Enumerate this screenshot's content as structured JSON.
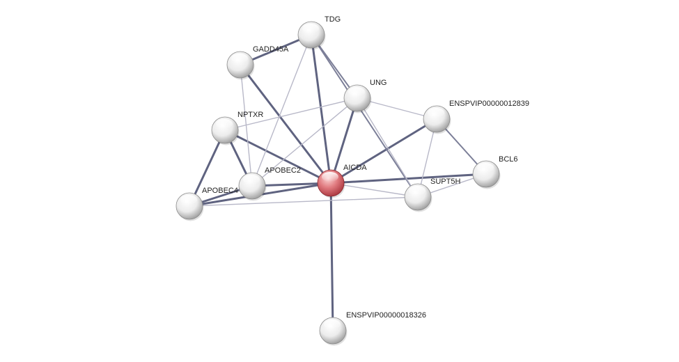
{
  "colors": {
    "background": "#ffffff",
    "query_node": "#d9686f",
    "node": "#e6e6e6",
    "edge_strong": "#5f6380",
    "edge_weak": "#b8b8c8",
    "label": "#222222"
  },
  "nodes": [
    {
      "id": "aicda",
      "label": "AICDA",
      "query": true
    },
    {
      "id": "tdg",
      "label": "TDG"
    },
    {
      "id": "gadd45a",
      "label": "GADD45A"
    },
    {
      "id": "ung",
      "label": "UNG"
    },
    {
      "id": "enspvip12839",
      "label": "ENSPVIP00000012839"
    },
    {
      "id": "nptxr",
      "label": "NPTXR"
    },
    {
      "id": "apobec2",
      "label": "APOBEC2"
    },
    {
      "id": "apobec4",
      "label": "APOBEC4"
    },
    {
      "id": "bcl6",
      "label": "BCL6"
    },
    {
      "id": "supt5h",
      "label": "SUPT5H"
    },
    {
      "id": "enspvip18326",
      "label": "ENSPVIP00000018326"
    }
  ],
  "edges": [
    {
      "source": "aicda",
      "target": "tdg",
      "strength": "strong"
    },
    {
      "source": "aicda",
      "target": "gadd45a",
      "strength": "strong"
    },
    {
      "source": "aicda",
      "target": "ung",
      "strength": "strong"
    },
    {
      "source": "aicda",
      "target": "enspvip12839",
      "strength": "strong"
    },
    {
      "source": "aicda",
      "target": "nptxr",
      "strength": "strong"
    },
    {
      "source": "aicda",
      "target": "apobec2",
      "strength": "strong"
    },
    {
      "source": "aicda",
      "target": "apobec4",
      "strength": "strong"
    },
    {
      "source": "aicda",
      "target": "bcl6",
      "strength": "strong"
    },
    {
      "source": "aicda",
      "target": "supt5h",
      "strength": "weak"
    },
    {
      "source": "aicda",
      "target": "enspvip18326",
      "strength": "strong"
    },
    {
      "source": "gadd45a",
      "target": "tdg",
      "strength": "strong"
    },
    {
      "source": "tdg",
      "target": "ung",
      "strength": "medium"
    },
    {
      "source": "tdg",
      "target": "supt5h",
      "strength": "medium"
    },
    {
      "source": "tdg",
      "target": "apobec2",
      "strength": "weak"
    },
    {
      "source": "gadd45a",
      "target": "apobec2",
      "strength": "weak"
    },
    {
      "source": "ung",
      "target": "nptxr",
      "strength": "weak"
    },
    {
      "source": "ung",
      "target": "apobec2",
      "strength": "weak"
    },
    {
      "source": "ung",
      "target": "enspvip12839",
      "strength": "weak"
    },
    {
      "source": "ung",
      "target": "supt5h",
      "strength": "weak"
    },
    {
      "source": "enspvip12839",
      "target": "bcl6",
      "strength": "medium"
    },
    {
      "source": "enspvip12839",
      "target": "supt5h",
      "strength": "weak"
    },
    {
      "source": "bcl6",
      "target": "supt5h",
      "strength": "weak"
    },
    {
      "source": "nptxr",
      "target": "apobec2",
      "strength": "strong"
    },
    {
      "source": "nptxr",
      "target": "apobec4",
      "strength": "strong"
    },
    {
      "source": "apobec2",
      "target": "apobec4",
      "strength": "strong"
    },
    {
      "source": "apobec4",
      "target": "supt5h",
      "strength": "weak"
    }
  ]
}
